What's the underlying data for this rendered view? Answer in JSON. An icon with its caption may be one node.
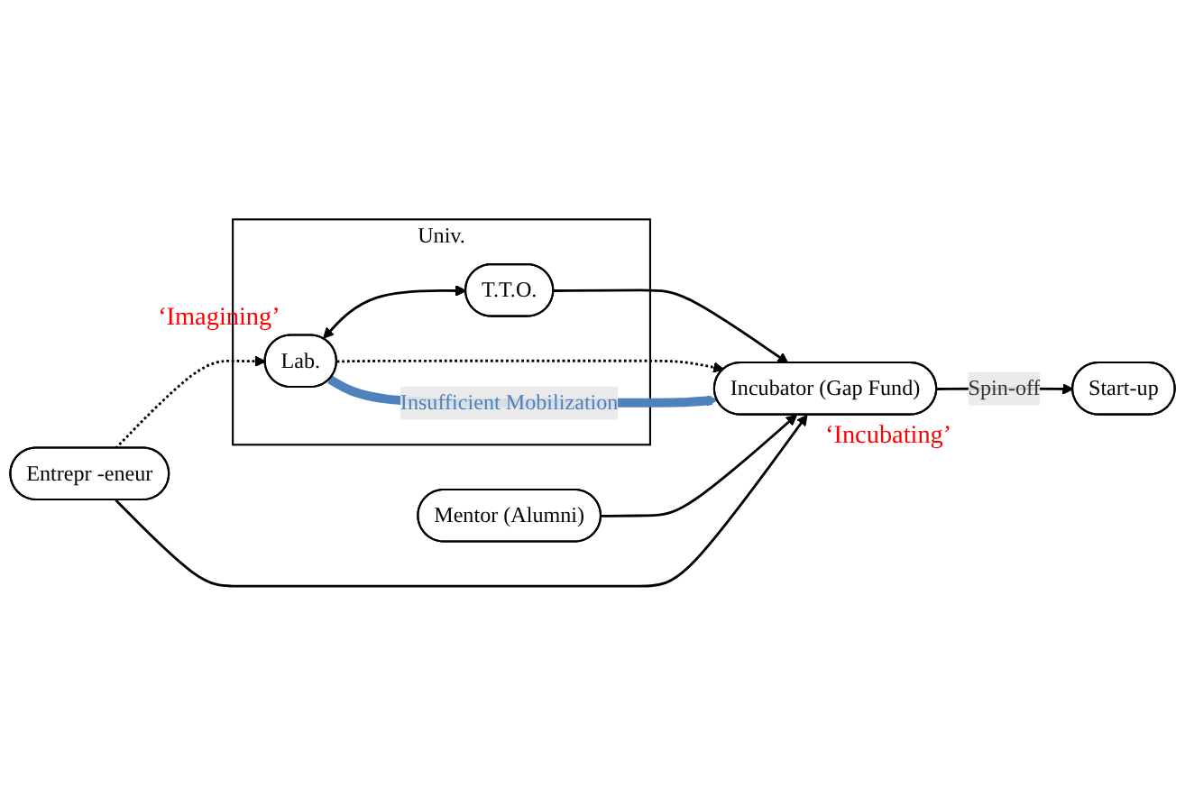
{
  "diagram": {
    "nodes": [
      {
        "text": [
          "Univ."
        ]
      },
      {
        "text": [
          "Mentor (Alumni)"
        ]
      },
      {
        "text": [
          "T.T.O."
        ],
        "in": 0
      },
      {
        "text": [
          "Lab."
        ],
        "in": 0,
        "beside": [
          "‘Imagining’"
        ]
      },
      {
        "text": [
          "Incubator (Gap Fund)"
        ],
        "beside": [
          "‘Incubating’"
        ]
      },
      {
        "text": [
          "Start-up"
        ]
      },
      {
        "text": [
          "Entrepr -eneur"
        ]
      }
    ],
    "edges": [
      {
        "from": 3,
        "to": 2,
        "arrow": "both"
      },
      {
        "from": 2,
        "to": 4,
        "arrow": "to"
      },
      {
        "from": 1,
        "to": 4,
        "arrow": "to"
      },
      {
        "from": 3,
        "to": 4,
        "arrow": "to",
        "style": "dashed"
      },
      {
        "from": 4,
        "to": 5,
        "arrow": "to",
        "label": "Spin-off"
      },
      {
        "from": 6,
        "to": 3,
        "arrow": "to",
        "style": "dashed"
      },
      {
        "from": 6,
        "to": 4,
        "arrow": "to"
      },
      {
        "from": 3,
        "to": 4,
        "arrow": "to",
        "style": "thick",
        "color": "#4f81bd",
        "label": "Insufficient Mobilization"
      }
    ]
  }
}
